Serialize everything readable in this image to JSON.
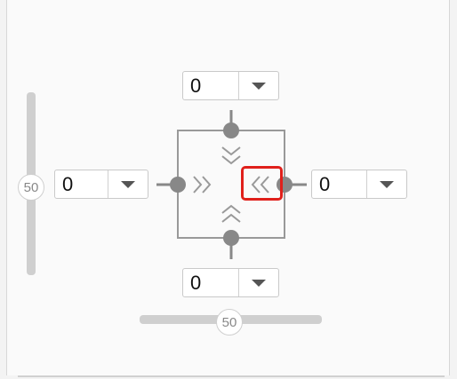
{
  "fields": {
    "top": {
      "value": "0"
    },
    "left": {
      "value": "0"
    },
    "right": {
      "value": "0"
    },
    "bottom": {
      "value": "0"
    }
  },
  "sliders": {
    "vertical": {
      "value": "50"
    },
    "horizontal": {
      "value": "50"
    }
  },
  "colors": {
    "highlight": "#e0201b",
    "connector": "#888888"
  }
}
